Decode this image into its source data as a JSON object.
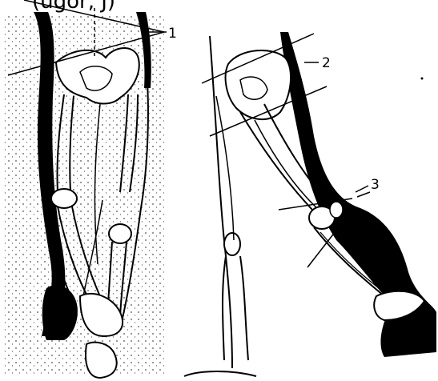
{
  "top_text": "(ugor, J)",
  "labels": {
    "one": "1",
    "two": "2",
    "three": "3"
  }
}
